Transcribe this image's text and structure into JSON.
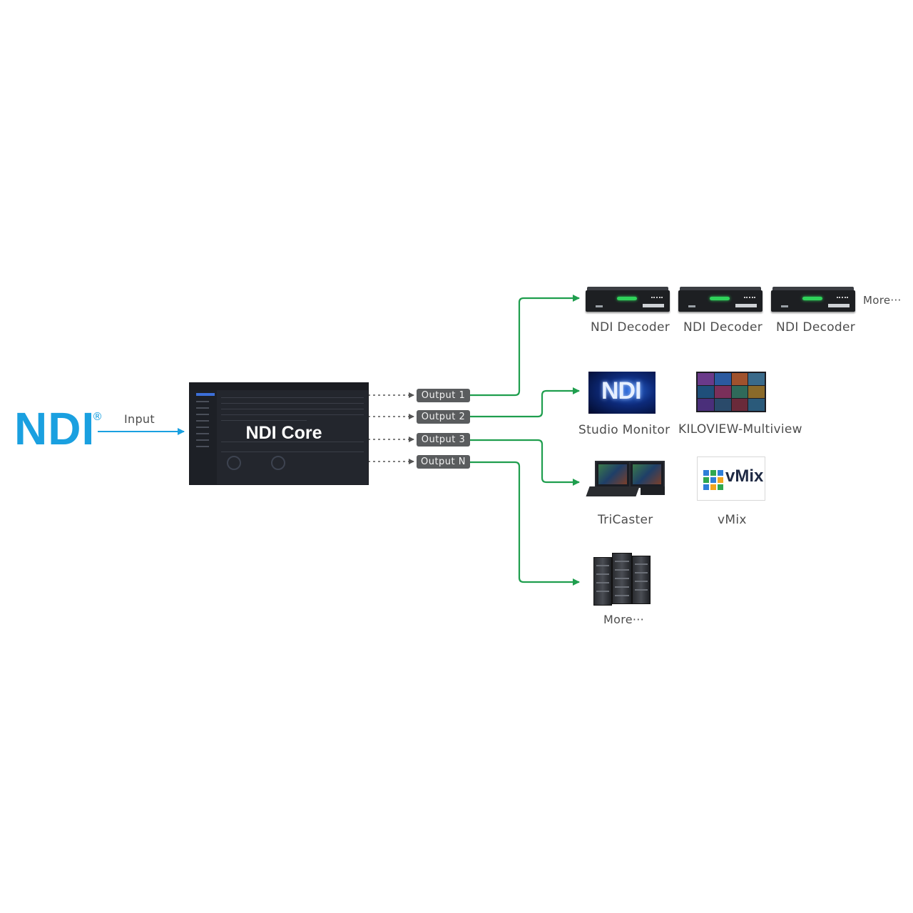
{
  "logo": {
    "text": "NDI",
    "registered": "®"
  },
  "input_label": "Input",
  "core": {
    "title": "NDI Core"
  },
  "outputs": [
    "Output 1",
    "Output 2",
    "Output 3",
    "Output N"
  ],
  "destinations": {
    "decoders": [
      "NDI Decoder",
      "NDI Decoder",
      "NDI Decoder"
    ],
    "decoders_more": "More···",
    "studio_monitor": "Studio Monitor",
    "studio_monitor_screen_text": "NDI",
    "multiview": "KILOVIEW-Multiview",
    "tricaster": "TriCaster",
    "vmix": "vMix",
    "vmix_logo_text": "vMix",
    "more": "More···"
  },
  "colors": {
    "ndi_blue": "#1aa0e0",
    "connector_green": "#1f9e4e",
    "output_box": "#5a5c5e",
    "core_panel": "#23262d",
    "led_green": "#2fd35a"
  }
}
